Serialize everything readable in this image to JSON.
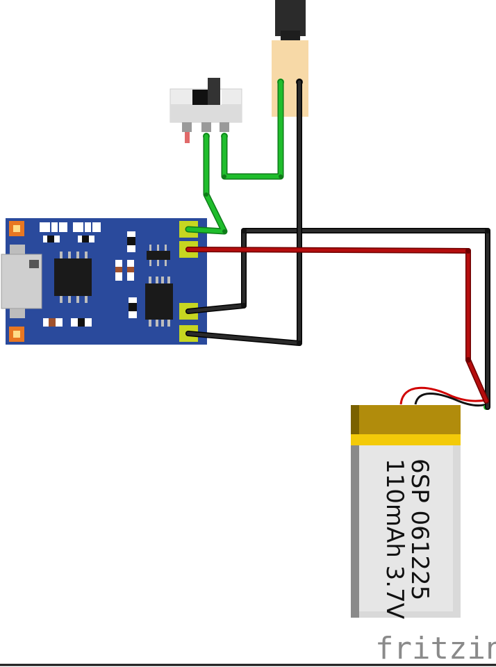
{
  "battery": {
    "line1": "6SP 061225",
    "line2": "110mAh 3.7V"
  },
  "branding": {
    "logo": "fritzing"
  },
  "colors": {
    "board_blue": "#2a4a9c",
    "wire_green": "#1fbd2c",
    "wire_red": "#b50e0e",
    "wire_black": "#1a1a1a",
    "battery_gold": "#b18c0c",
    "battery_yellow": "#f3ca09",
    "battery_body": "#d8d8d8",
    "jack_body": "#f7d9a7"
  }
}
